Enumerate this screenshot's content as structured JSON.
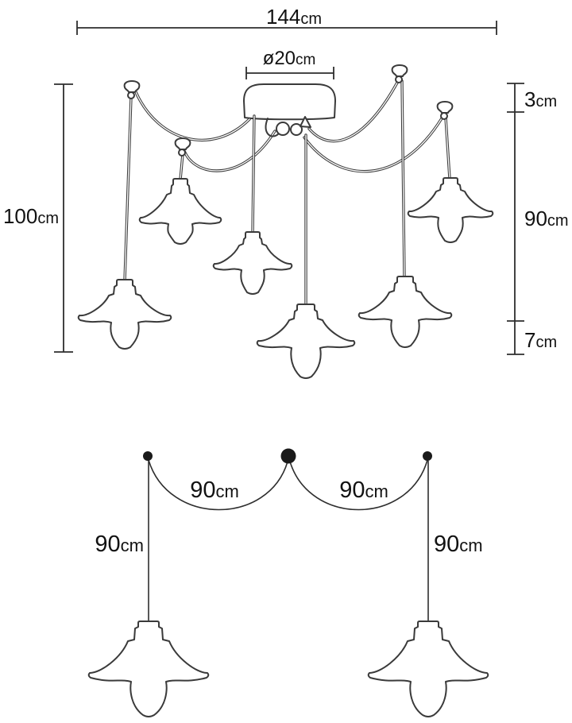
{
  "figure_title": "pendant-chandelier-dimension-diagram",
  "colors": {
    "line": "#3a3a3a",
    "text": "#121212",
    "background": "#ffffff"
  },
  "top_diagram": {
    "lamp_count": 6,
    "overall_width": {
      "value": "144",
      "unit": "cm"
    },
    "canopy_diameter": {
      "value": "ø20",
      "unit": "cm"
    },
    "overall_height": {
      "value": "100",
      "unit": "cm"
    },
    "canopy_height": {
      "value": "3",
      "unit": "cm"
    },
    "cable_drop": {
      "value": "90",
      "unit": "cm"
    },
    "shade_drop": {
      "value": "7",
      "unit": "cm"
    }
  },
  "bottom_diagram": {
    "lamp_count": 2,
    "swag_left": {
      "value": "90",
      "unit": "cm"
    },
    "swag_right": {
      "value": "90",
      "unit": "cm"
    },
    "drop_left": {
      "value": "90",
      "unit": "cm"
    },
    "drop_right": {
      "value": "90",
      "unit": "cm"
    }
  }
}
